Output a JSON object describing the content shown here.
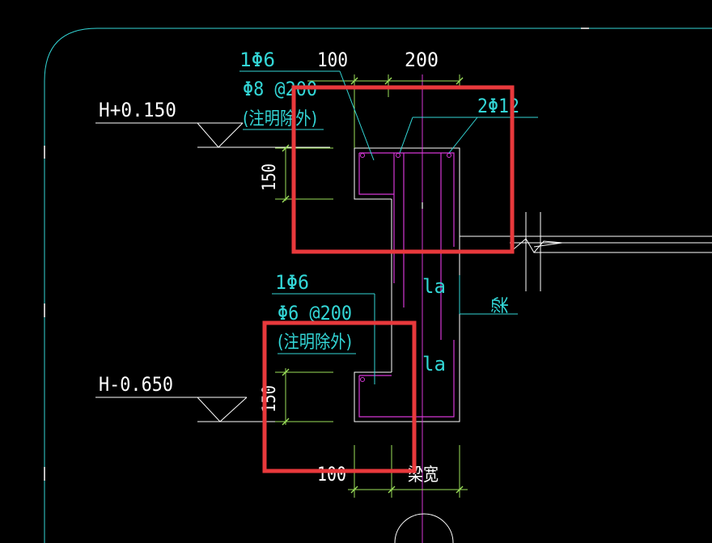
{
  "drawing": {
    "colors": {
      "background": "#000000",
      "white": "#ffffff",
      "cyan": "#33d6d6",
      "green": "#9ce05a",
      "magenta": "#d637d6",
      "red": "#e8393c",
      "gray": "#9aa4b4"
    },
    "upper_detail": {
      "stirrup_small": "1Φ6",
      "stirrup_main": "Φ8 @200",
      "note": "(注明除外)",
      "elevation": "H+0.150",
      "dim_left_width": "100",
      "dim_right_width": "200",
      "dim_height": "150",
      "top_bars": "2Φ12"
    },
    "lower_detail": {
      "stirrup_small": "1Φ6",
      "stirrup_main": "Φ6 @200",
      "note": "(注明除外)",
      "elevation": "H-0.650",
      "dim_height": "150",
      "dim_left_width": "100",
      "beam_width": "梁宽"
    },
    "anchorage_upper": "la",
    "anchorage_lower": "la",
    "beam_label": "梁"
  }
}
